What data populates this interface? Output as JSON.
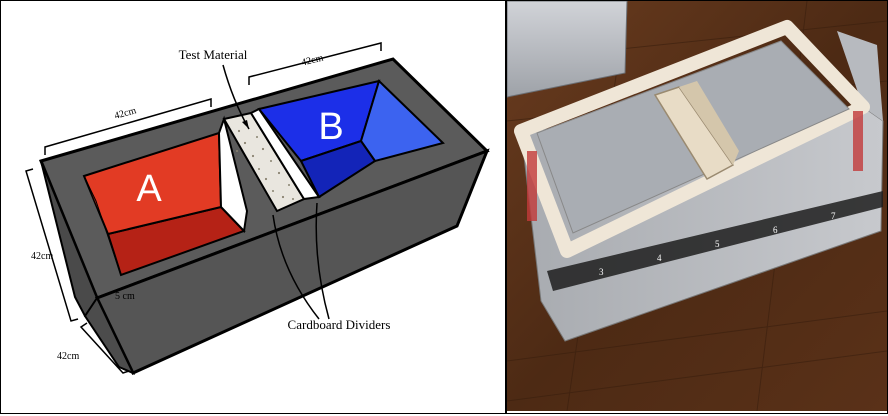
{
  "diagram": {
    "label_a": "A",
    "label_b": "B",
    "test_material": "Test Material",
    "cardboard_dividers": "Cardboard Dividers",
    "dim_top_left": "42cm",
    "dim_top_right": "42cm",
    "dim_height": "42cm",
    "dim_depth": "42cm",
    "dim_wall": "5 cm",
    "colors": {
      "box_gray": "#5b5b5b",
      "chamber_a": "#e23b24",
      "chamber_b": "#1c2fe8",
      "test_material": "#e9e6df"
    }
  },
  "photo": {
    "description_icon": "photo-icon",
    "tape_labels": [
      "3",
      "4",
      "5",
      "6",
      "7"
    ],
    "colors": {
      "floor": "#5b321a",
      "foil": "#b9bcc2",
      "cardboard_edge": "#efe6d7"
    }
  }
}
